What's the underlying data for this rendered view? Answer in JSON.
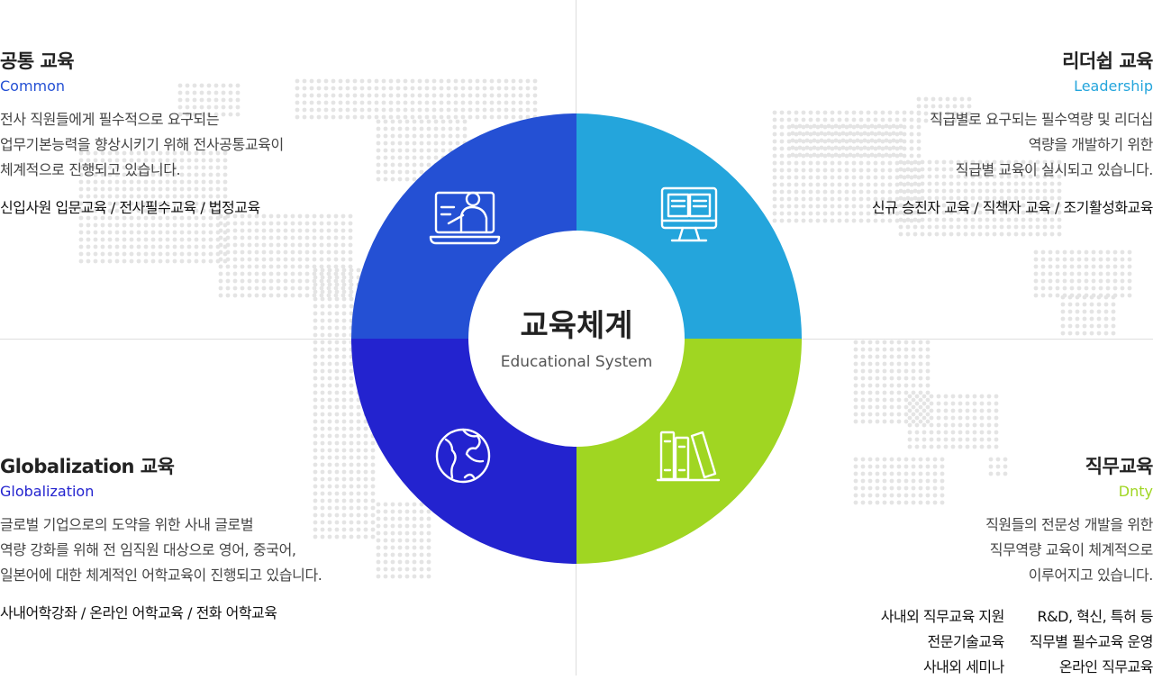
{
  "center": {
    "title": "교육체계",
    "subtitle": "Educational System"
  },
  "colors": {
    "common": "#2450d4",
    "leadership": "#24a5dc",
    "globalization": "#2323cf",
    "duty": "#a0d622",
    "dots": "#e4e4e4"
  },
  "sections": {
    "common": {
      "title": "공통 교육",
      "subtitle": "Common",
      "icon": "teacher-board-icon",
      "desc": [
        "전사 직원들에게 필수적으로 요구되는",
        "업무기본능력을 향상시키기 위해 전사공통교육이",
        "체계적으로 진행되고 있습니다."
      ],
      "tags": "신입사원 입문교육 / 전사필수교육 / 법정교육"
    },
    "leadership": {
      "title": "리더쉽 교육",
      "subtitle": "Leadership",
      "icon": "monitor-book-icon",
      "desc": [
        "직급별로 요구되는 필수역량 및 리더십",
        "역량을 개발하기 위한",
        "직급별 교육이 실시되고 있습니다."
      ],
      "tags": "신규 승진자 교육 / 직책자 교육 / 조기활성화교육"
    },
    "globalization": {
      "title": "Globalization 교육",
      "subtitle": "Globalization",
      "icon": "globe-icon",
      "desc": [
        "글로벌 기업으로의 도약을 위한 사내 글로벌",
        "역량 강화를 위해 전 임직원 대상으로 영어, 중국어,",
        "일본어에 대한 체계적인 어학교육이 진행되고 있습니다."
      ],
      "tags": "사내어학강좌 / 온라인 어학교육 / 전화 어학교육"
    },
    "duty": {
      "title": "직무교육",
      "subtitle": "Dnty",
      "icon": "books-icon",
      "desc": [
        "직원들의 전문성 개발을 위한",
        "직무역량 교육이 체계적으로",
        "이루어지고 있습니다."
      ],
      "col1": [
        "사내외 직무교육 지원",
        "전문기술교육",
        "사내외 세미나"
      ],
      "col2": [
        "R&D, 혁신, 특허 등",
        "직무별 필수교육 운영",
        "온라인 직무교육"
      ]
    }
  }
}
